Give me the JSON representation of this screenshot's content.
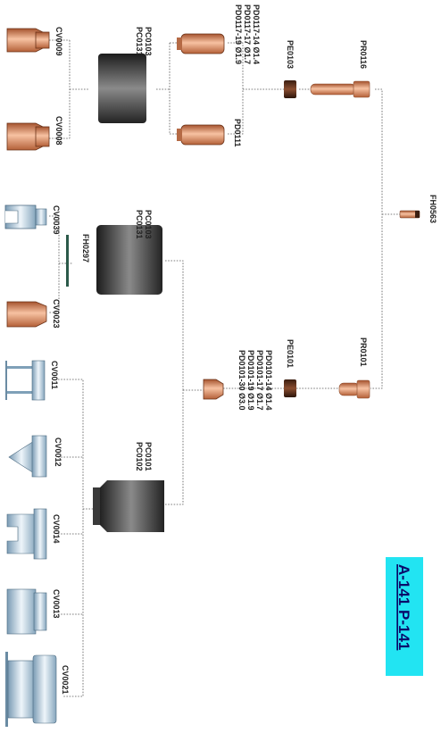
{
  "groups": {
    "top_nozzles": [
      "CV0009",
      "CV0008"
    ],
    "top_cup_codes": [
      "PC0103",
      "PC0131"
    ],
    "top_electrodes": [
      "PD0117-14  Ø1.4",
      "PD0117-17  Ø1.7",
      "PD0117-19  Ø1.9"
    ],
    "top_electrode_b": "PD0111",
    "top_swirl": "PE0103",
    "top_torch": "PR0116",
    "middle_nozzles": [
      "CV0039",
      "CV0023"
    ],
    "middle_spacer": "FH0297",
    "middle_cup_codes": [
      "PC0103",
      "PC0131"
    ],
    "tool": "FH0563",
    "bottom_tips": [
      "CV0011",
      "CV0012",
      "CV0014",
      "CV0013",
      "CV0021"
    ],
    "bottom_cup_codes": [
      "PC0101",
      "PC0102"
    ],
    "bottom_electrodes": [
      "PD0101-14  Ø1.4",
      "PD0101-17  Ø1.7",
      "PD0101-19  Ø1.9",
      "PD0101-30  Ø3.0"
    ],
    "bottom_swirl": "PE0101",
    "bottom_torch": "PR0101"
  },
  "badge": {
    "text": "A-141  P-141",
    "color": "#22e4f2"
  }
}
